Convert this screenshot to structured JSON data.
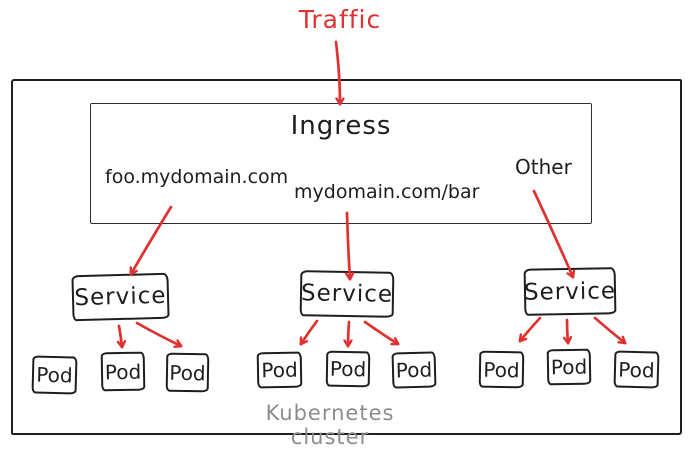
{
  "traffic_label": "Traffic",
  "colors": {
    "arrow": "#e03131",
    "ink": "#1e1e1e",
    "muted": "#8c8c8c"
  },
  "cluster": {
    "label": "Kubernetes cluster"
  },
  "ingress": {
    "title": "Ingress",
    "rules": [
      {
        "label": "foo.mydomain.com"
      },
      {
        "label": "mydomain.com/bar"
      },
      {
        "label": "Other"
      }
    ]
  },
  "services": [
    {
      "label": "Service",
      "pods": [
        "Pod",
        "Pod",
        "Pod"
      ]
    },
    {
      "label": "Service",
      "pods": [
        "Pod",
        "Pod",
        "Pod"
      ]
    },
    {
      "label": "Service",
      "pods": [
        "Pod",
        "Pod",
        "Pod"
      ]
    }
  ]
}
